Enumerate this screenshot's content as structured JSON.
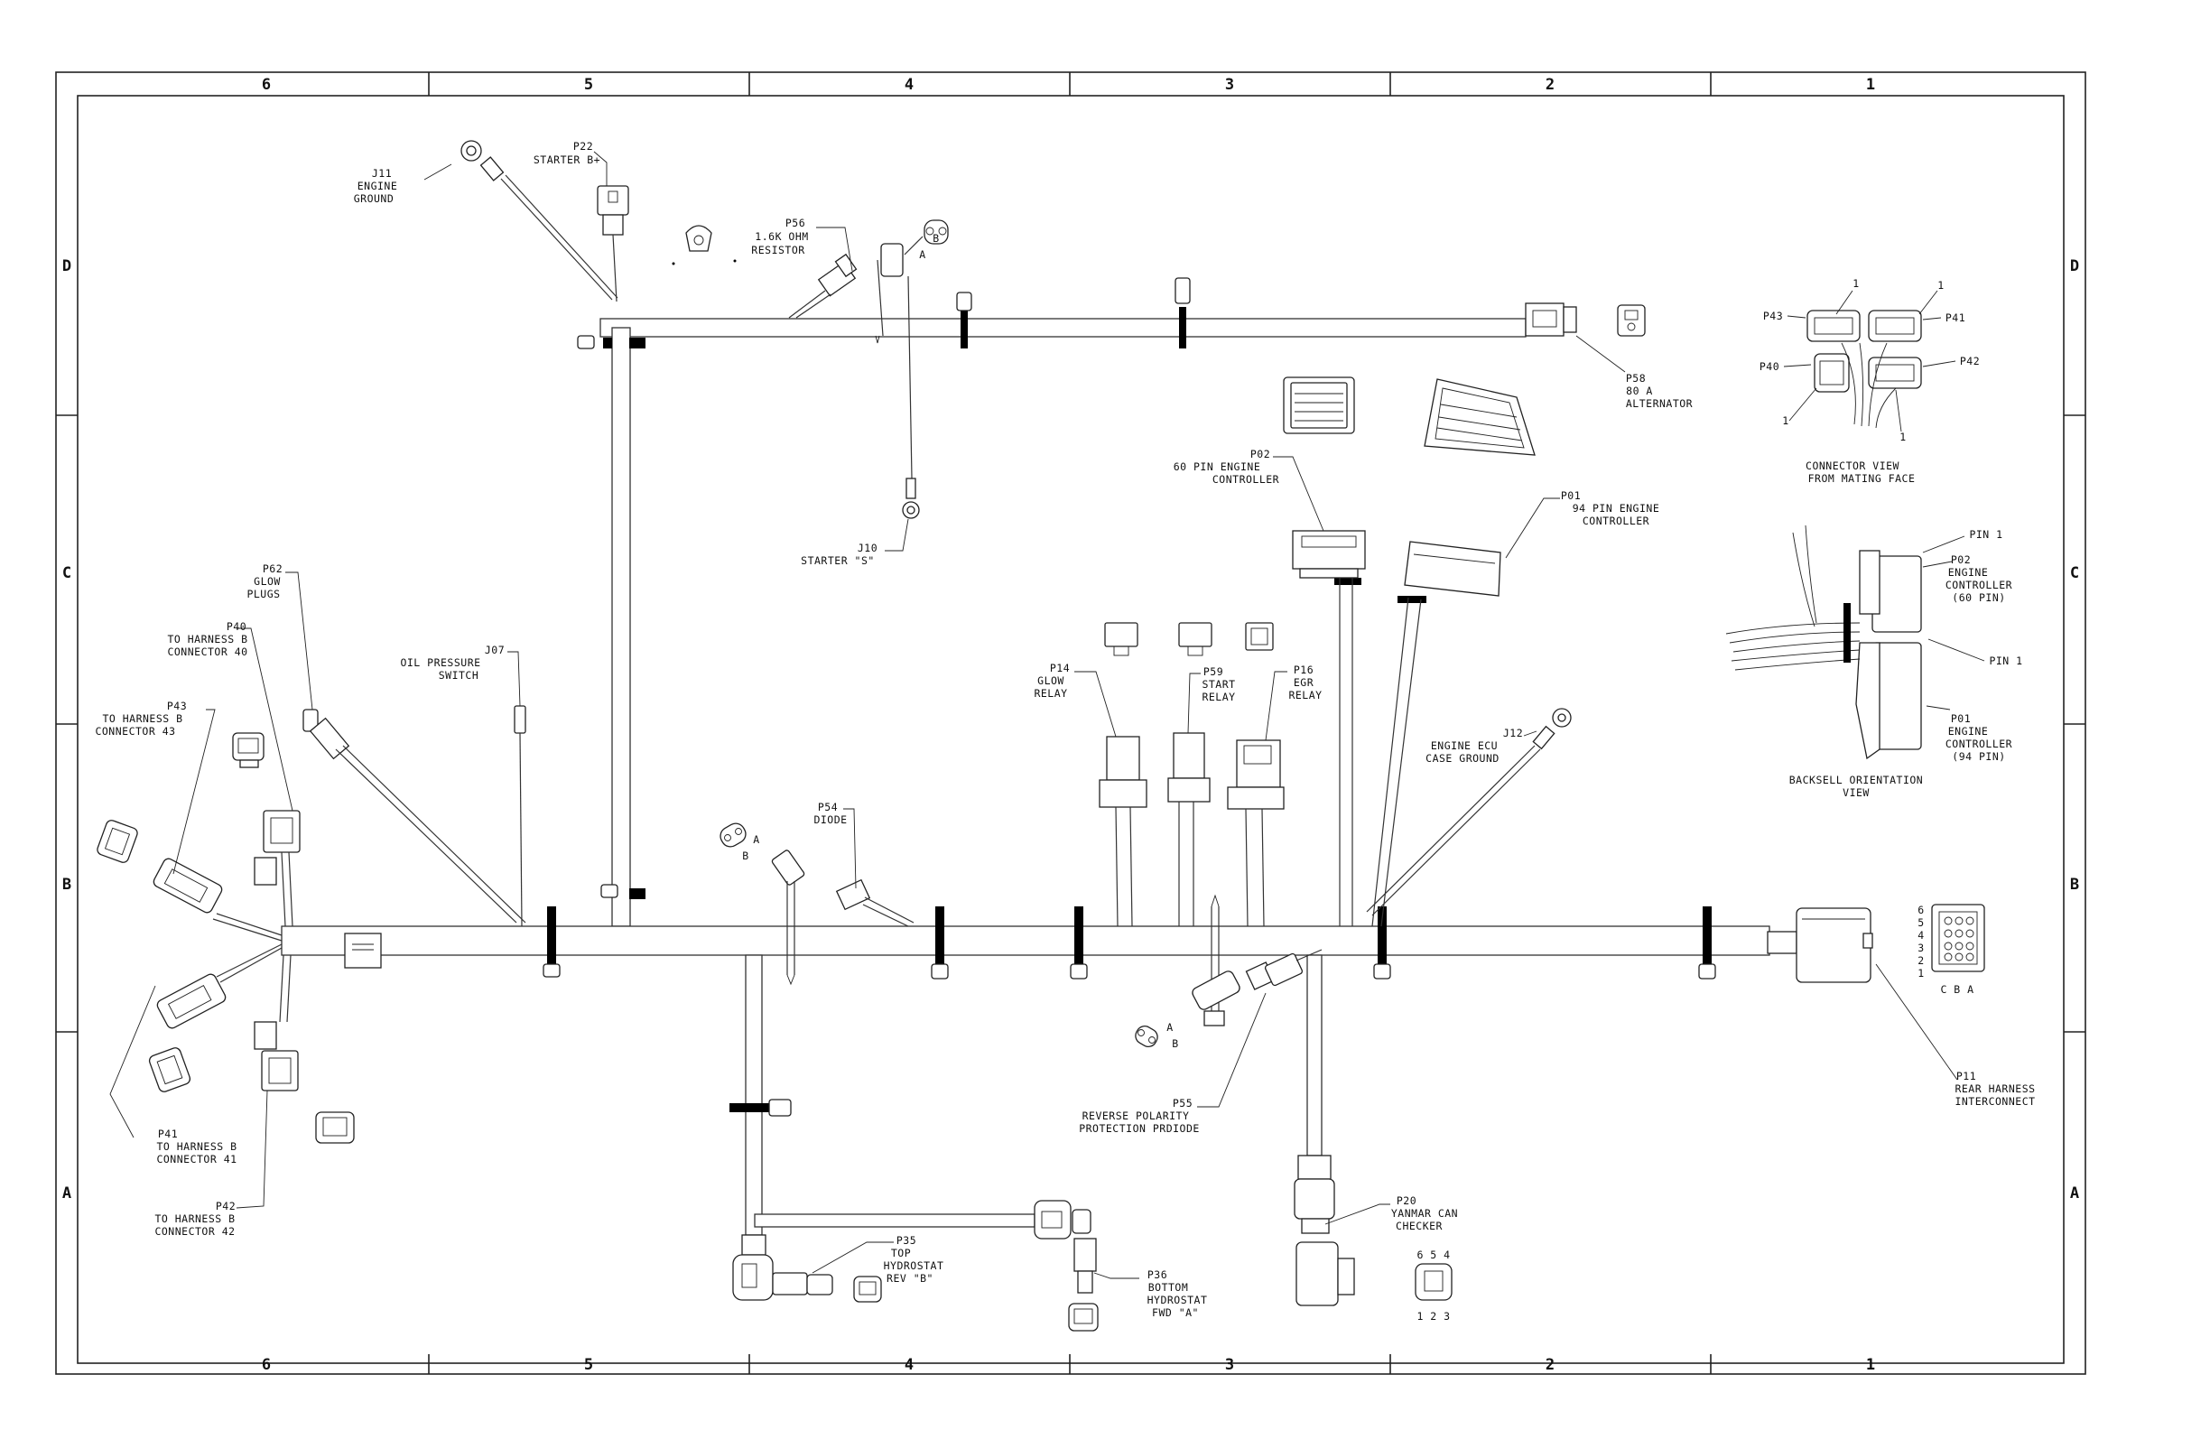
{
  "border": {
    "columns": [
      "6",
      "5",
      "4",
      "3",
      "2",
      "1"
    ],
    "rows": [
      "D",
      "C",
      "B",
      "A"
    ]
  },
  "labels": {
    "j11": [
      "J11",
      "ENGINE",
      "GROUND"
    ],
    "p22": [
      "P22",
      "STARTER B+"
    ],
    "p56": [
      "P56",
      "1.6K OHM",
      "RESISTOR"
    ],
    "p56_pin_b": "B",
    "p56_pin_a": "A",
    "p58": [
      "P58",
      "80 A",
      "ALTERNATOR"
    ],
    "p02": [
      "P02",
      "60 PIN ENGINE",
      "CONTROLLER"
    ],
    "p01": [
      "P01",
      "94 PIN ENGINE",
      "CONTROLLER"
    ],
    "j10": [
      "J10",
      "STARTER \"S\""
    ],
    "p62": [
      "P62",
      "GLOW",
      "PLUGS"
    ],
    "p40": [
      "P40",
      "TO HARNESS B",
      "CONNECTOR 40"
    ],
    "p43": [
      "P43",
      "TO HARNESS B",
      "CONNECTOR 43"
    ],
    "j07": [
      "J07",
      "OIL PRESSURE",
      "SWITCH"
    ],
    "p14": [
      "P14",
      "GLOW",
      "RELAY"
    ],
    "p59": [
      "P59",
      "START",
      "RELAY"
    ],
    "p16": [
      "P16",
      "EGR",
      "RELAY"
    ],
    "j12": [
      "J12",
      "ENGINE ECU",
      "CASE GROUND"
    ],
    "p54": [
      "P54",
      "DIODE"
    ],
    "p54_pin_a": "A",
    "p54_pin_b": "B",
    "p55": [
      "P55",
      "REVERSE POLARITY",
      "PROTECTION PRDIODE"
    ],
    "p55_pin_a": "A",
    "p55_pin_b": "B",
    "p41": [
      "P41",
      "TO HARNESS B",
      "CONNECTOR 41"
    ],
    "p42": [
      "P42",
      "TO HARNESS B",
      "CONNECTOR 42"
    ],
    "p35": [
      "P35",
      "TOP",
      "HYDROSTAT",
      "REV \"B\""
    ],
    "p36": [
      "P36",
      "BOTTOM",
      "HYDROSTAT",
      "FWD \"A\""
    ],
    "p20": [
      "P20",
      "YANMAR CAN",
      "CHECKER"
    ],
    "p11": [
      "P11",
      "REAR HARNESS",
      "INTERCONNECT"
    ],
    "p11_pins": [
      "6",
      "5",
      "4",
      "3",
      "2",
      "1"
    ],
    "p11_cols": "C  B  A",
    "connector_view": [
      "CONNECTOR VIEW",
      "FROM MATING FACE"
    ],
    "cv_p43": "P43",
    "cv_p41": "P41",
    "cv_p40": "P40",
    "cv_p42": "P42",
    "cv_pin1": "1",
    "backshell": [
      "BACKSELL ORIENTATION",
      "VIEW"
    ],
    "bs_pin1": "PIN 1",
    "bs_p02": [
      "P02",
      "ENGINE",
      "CONTROLLER",
      "(60 PIN)"
    ],
    "bs_p01": [
      "P01",
      "ENGINE",
      "CONTROLLER",
      "(94 PIN)"
    ],
    "p20_pins_top": "6  5  4",
    "p20_pins_bottom": "1  2  3"
  }
}
